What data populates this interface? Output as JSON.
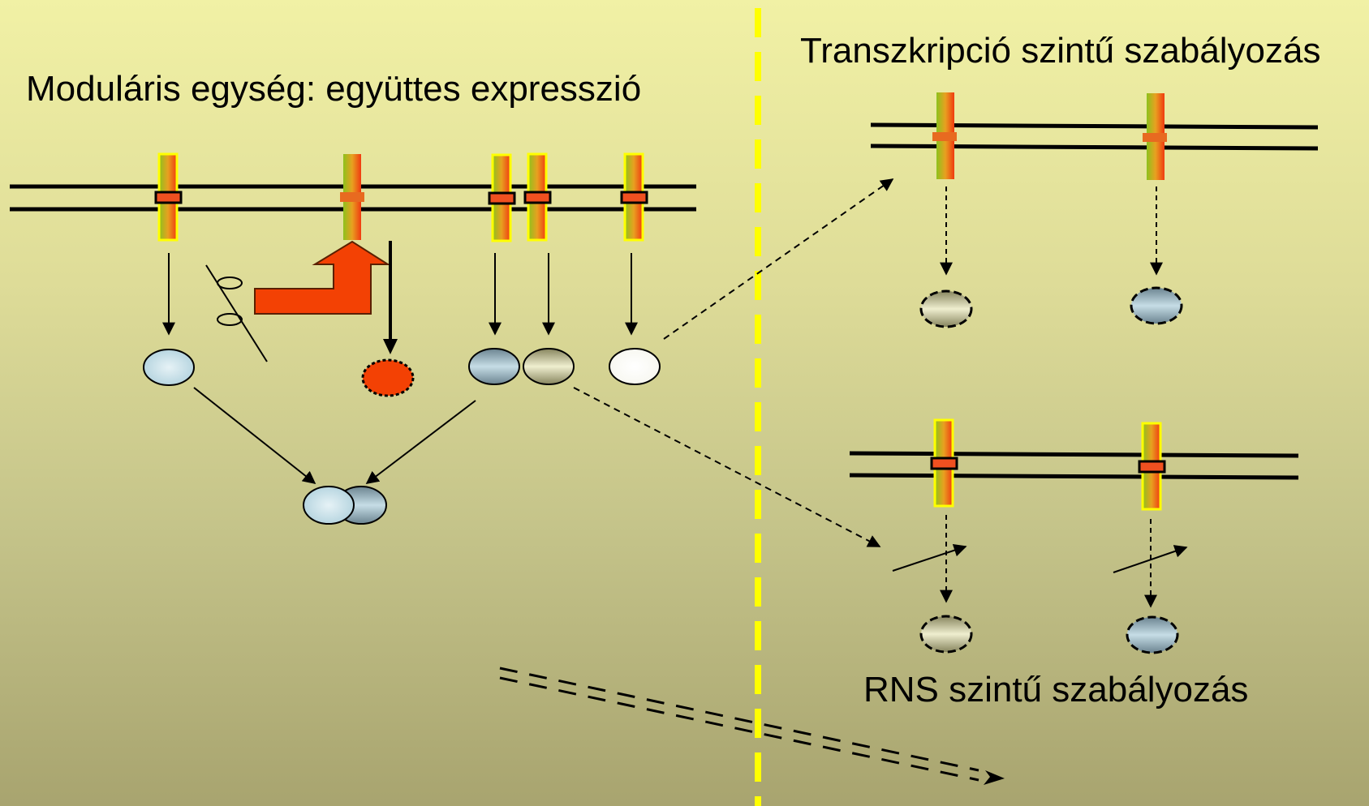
{
  "title_left": "Moduláris egység: együttes expresszió",
  "title_right_top": "Transzkripció szintű szabályozás",
  "title_right_bottom": "RNS szintű szabályozás",
  "colors": {
    "divider": "#ffff00",
    "repressor": "#f34104",
    "protein_blue": "#b8dce8",
    "protein_olive": "#c9c79a",
    "protein_white": "#ffffff"
  }
}
